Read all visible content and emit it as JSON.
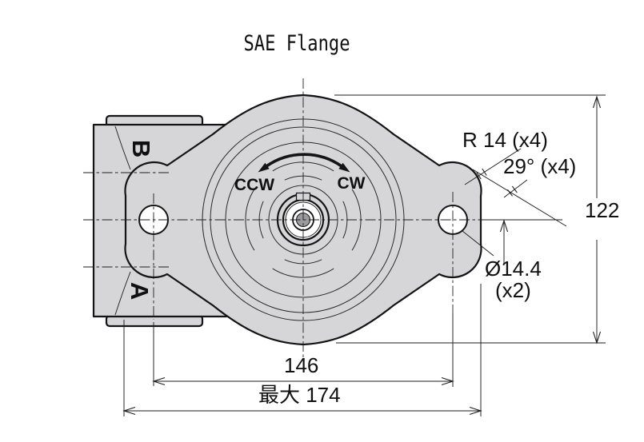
{
  "title": "SAE Flange",
  "ports": {
    "b_label": "B",
    "a_label": "A"
  },
  "rotation": {
    "ccw_label": "CCW",
    "cw_label": "CW"
  },
  "dimensions": {
    "flange_height": "122",
    "bolt_spacing": "146",
    "max_width": "最大 174",
    "corner_radius": "R 14 (x4)",
    "corner_angle": "29° (x4)",
    "bolt_hole_diameter": "Ø14.4",
    "bolt_hole_count": "(x2)"
  },
  "colors": {
    "body_fill": "#d6d6d8",
    "line": "#141414",
    "background": "#ffffff",
    "shaft_center_fill": "#9b9b9e"
  }
}
